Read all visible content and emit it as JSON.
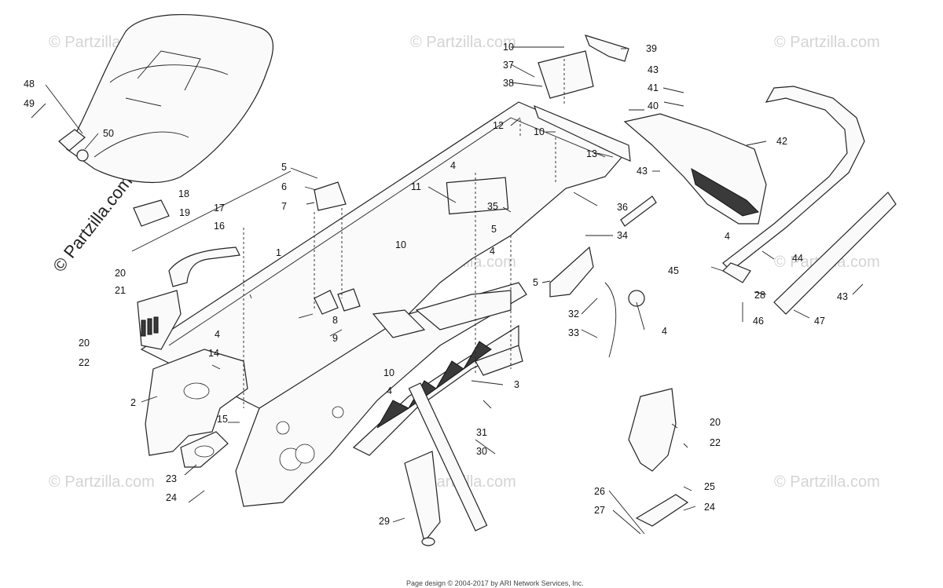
{
  "watermark": {
    "symbol": "©",
    "text": "Partzilla",
    "big_text": "© Partzilla.com",
    "small_text": "© Partzilla.com"
  },
  "footer": "Page design © 2004-2017 by ARI Network Services, Inc.",
  "callouts": [
    "1",
    "2",
    "3",
    "4",
    "5",
    "6",
    "7",
    "8",
    "9",
    "10",
    "11",
    "12",
    "13",
    "14",
    "15",
    "16",
    "17",
    "18",
    "19",
    "20",
    "21",
    "22",
    "23",
    "24",
    "25",
    "26",
    "27",
    "28",
    "29",
    "30",
    "31",
    "32",
    "33",
    "34",
    "35",
    "36",
    "37",
    "38",
    "39",
    "40",
    "41",
    "42",
    "43",
    "44",
    "45",
    "46",
    "47",
    "48",
    "49",
    "50"
  ]
}
